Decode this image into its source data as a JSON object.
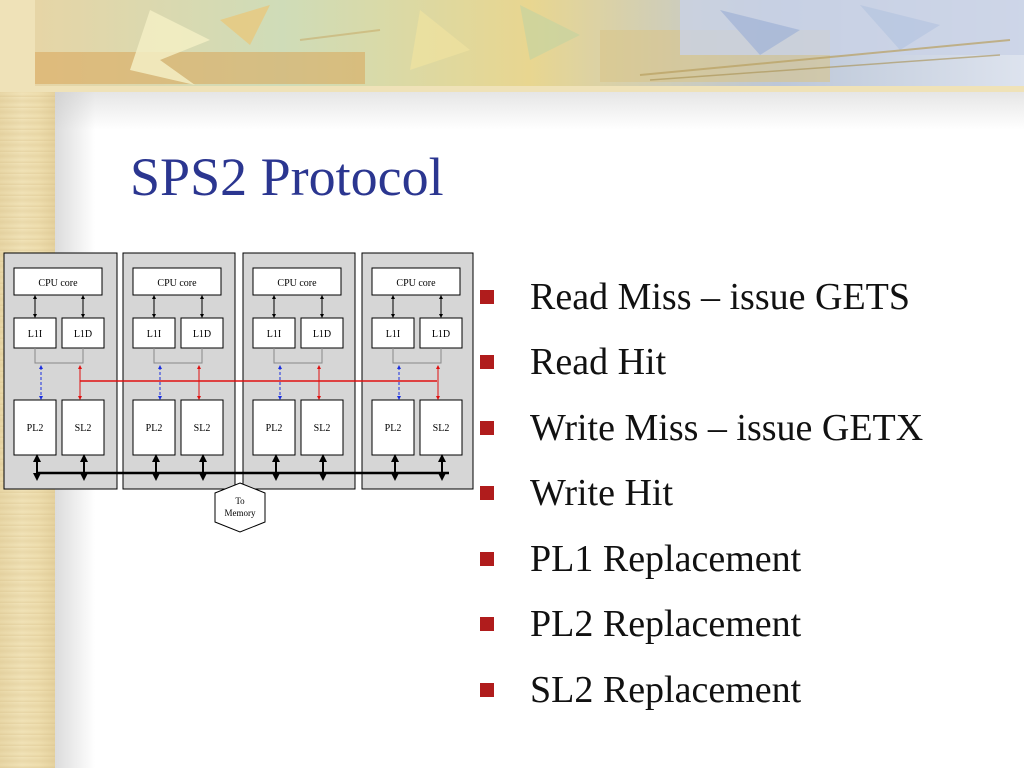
{
  "slide": {
    "title": "SPS2 Protocol",
    "bullets": [
      "Read Miss – issue GETS",
      "Read Hit",
      "Write Miss – issue GETX",
      "Write Hit",
      "PL1 Replacement",
      "PL2 Replacement",
      "SL2 Replacement"
    ],
    "bullet_color": "#b01c1c",
    "title_color": "#2b3690"
  },
  "diagram": {
    "nodes": [
      {
        "id": "cpu-core",
        "label": "CPU core"
      },
      {
        "id": "l1i",
        "label": "L1I"
      },
      {
        "id": "l1d",
        "label": "L1D"
      },
      {
        "id": "pl2",
        "label": "PL2"
      },
      {
        "id": "sl2",
        "label": "SL2"
      }
    ],
    "memory_label": "To\nMemory",
    "bus_colors": {
      "red": "#e01010",
      "blue": "#1a2ee0",
      "black": "#000000"
    }
  }
}
